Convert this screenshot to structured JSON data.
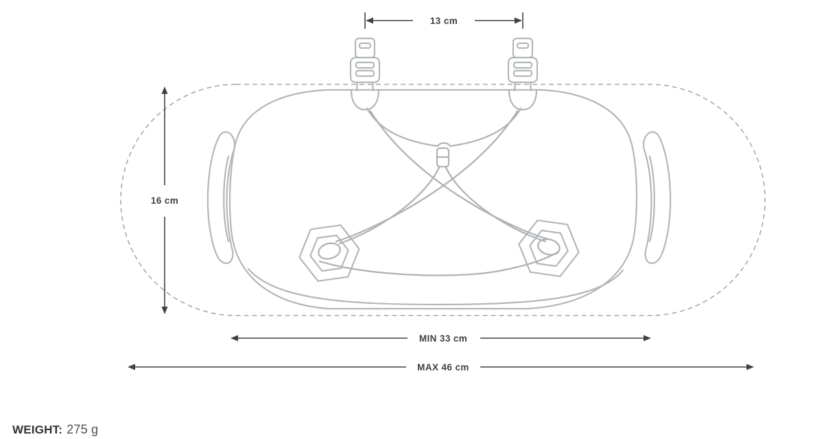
{
  "diagram": {
    "subject": "handlebar-pack-dimension-drawing",
    "dims": {
      "strap_spacing": {
        "label": "13 cm"
      },
      "bag_height": {
        "label": "16 cm"
      },
      "min_width": {
        "label": "MIN 33 cm"
      },
      "max_width": {
        "label": "MAX 46 cm"
      }
    },
    "weight": {
      "label": "WEIGHT:",
      "value": "275 g"
    },
    "colors": {
      "artwork_line": "#b3b7ba",
      "dashed_outline": "#a4a9ac",
      "dimension_line": "#3e4144",
      "background": "#ffffff"
    }
  }
}
